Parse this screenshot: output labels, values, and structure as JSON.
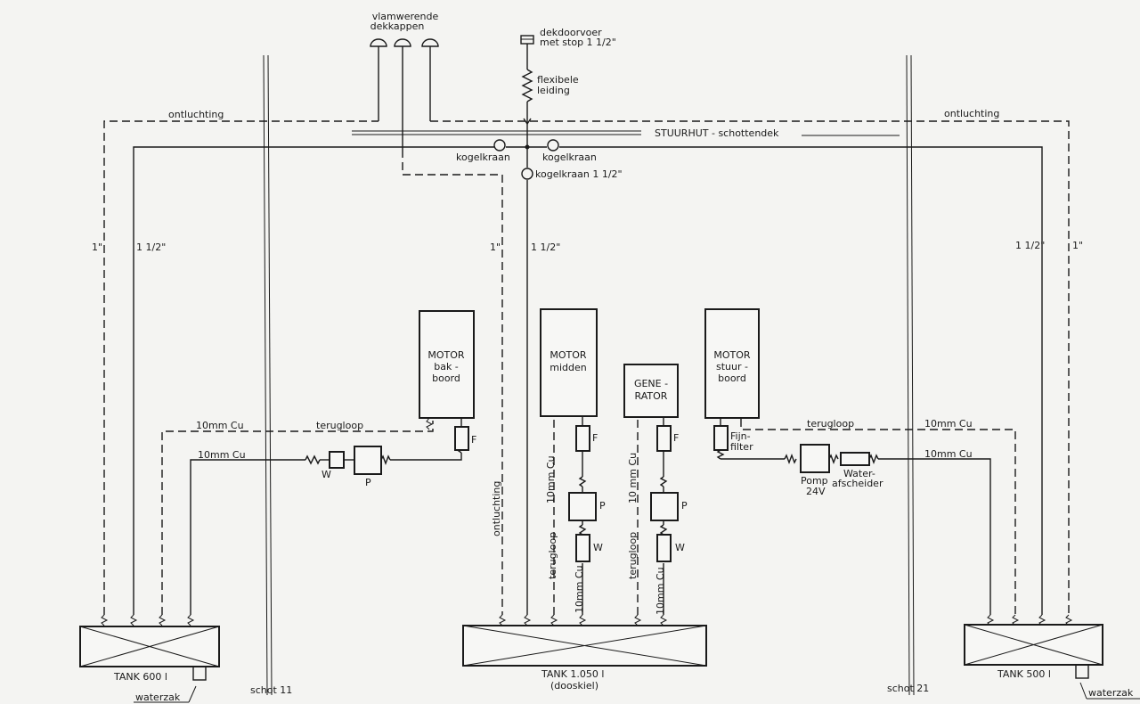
{
  "top": {
    "caps_label": [
      "vlamwerende",
      "dekkappen"
    ],
    "deck_fitting": [
      "dekdoorvoer",
      "met stop 1 1/2\""
    ],
    "hose": [
      "flexibele",
      "leiding"
    ],
    "deck_label": "STUURHUT  - schottendek",
    "ball_valve_1": "kogelkraan",
    "ball_valve_2": "kogelkraan",
    "ball_valve_3": "kogelkraan 1 1/2\"",
    "vent_left": "ontluchting",
    "vent_right": "ontluchting"
  },
  "pipe_sizes": {
    "left_vent": "1\"",
    "left_fill": "1 1/2\"",
    "mid_vent": "1\"",
    "mid_fill": "1 1/2\"",
    "right_fill": "1 1/2\"",
    "right_vent": "1\""
  },
  "engines": {
    "port": {
      "line1": "MOTOR",
      "line2": "bak -",
      "line3": "boord"
    },
    "middle": {
      "line1": "MOTOR",
      "line2": "midden"
    },
    "generator": {
      "line1": "GENE -",
      "line2": "RATOR"
    },
    "starboard": {
      "line1": "MOTOR",
      "line2": "stuur -",
      "line3": "boord"
    }
  },
  "components": {
    "filter": "F",
    "pump": "P",
    "water": "W",
    "fine_filter": [
      "Fijn-",
      "filter"
    ],
    "pump_24v": [
      "Pomp",
      "24V"
    ],
    "water_separator": [
      "Water-",
      "afscheider"
    ]
  },
  "labels": {
    "terugloop": "terugloop",
    "cu10": "10mm Cu",
    "cu10_spaced": "10 mm Cu",
    "ontluchting": "ontluchting"
  },
  "tanks": {
    "left": "TANK  600 l",
    "middle": [
      "TANK   1.050 l",
      "(dooskiel)"
    ],
    "right": "TANK  500 l",
    "waterzak_left": "waterzak",
    "waterzak_right": "waterzak"
  },
  "bulkheads": {
    "left": "schot 11",
    "right": "schot 21"
  }
}
